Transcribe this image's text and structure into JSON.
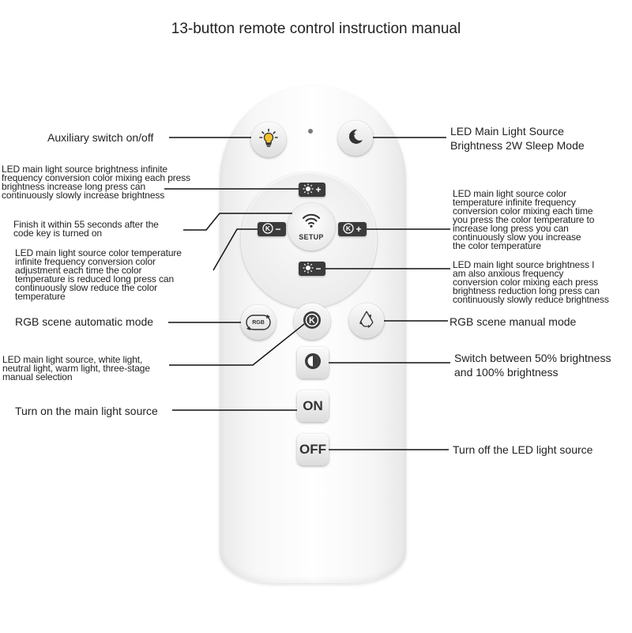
{
  "title": "13-button remote control instruction manual",
  "buttons": {
    "setup_label": "SETUP",
    "on_label": "ON",
    "off_label": "OFF",
    "rgb_auto_label": "RGB",
    "brightness_up_sign": "+",
    "brightness_down_sign": "−",
    "temp_down_sign": "−",
    "temp_up_sign": "+"
  },
  "labels": {
    "aux_switch": "Auxiliary switch on/off",
    "sleep_mode": [
      "LED Main Light Source",
      "Brightness 2W Sleep Mode"
    ],
    "brightness_up": [
      "LED main light source brightness infinite",
      "frequency conversion color mixing each press",
      "brightness increase long press can",
      "continuously slowly increase brightness"
    ],
    "code_pair": [
      "Finish it within 55 seconds after the",
      "code key is turned on"
    ],
    "temp_down": [
      "LED main light source color temperature",
      "infinite frequency conversion color",
      "adjustment each time the color",
      "temperature is reduced long press can",
      "continuously slow reduce the color",
      "temperature"
    ],
    "temp_up": [
      "LED main light source color",
      "temperature infinite frequency",
      "conversion color mixing each time",
      "you press the color temperature to",
      "increase long press you can",
      "continuously slow you increase",
      "the color temperature"
    ],
    "brightness_down": [
      "LED main light source brightness I",
      "am also anxious frequency",
      "conversion color mixing each press",
      "brightness reduction long press can",
      "continuously slowly reduce brightness"
    ],
    "rgb_auto": "RGB scene automatic mode",
    "rgb_manual": "RGB scene manual mode",
    "three_stage": [
      "LED main light source, white light,",
      "neutral light, warm light, three-stage",
      "manual selection"
    ],
    "half_brightness": [
      "Switch between 50% brightness",
      "and 100% brightness"
    ],
    "main_on": "Turn on the main light source",
    "led_off": "Turn off the LED light source"
  },
  "icons": {
    "aux": "lightbulb-icon",
    "sleep": "moon-star-icon",
    "setup": "wifi-signal-icon",
    "sun": "sun-icon",
    "kelvin": "kelvin-icon",
    "rgb_manual": "recycle-icon",
    "half": "half-circle-icon"
  },
  "colors": {
    "chip": "#3b3b3b",
    "line": "#111111",
    "remote_body": "#f5f5f5"
  }
}
